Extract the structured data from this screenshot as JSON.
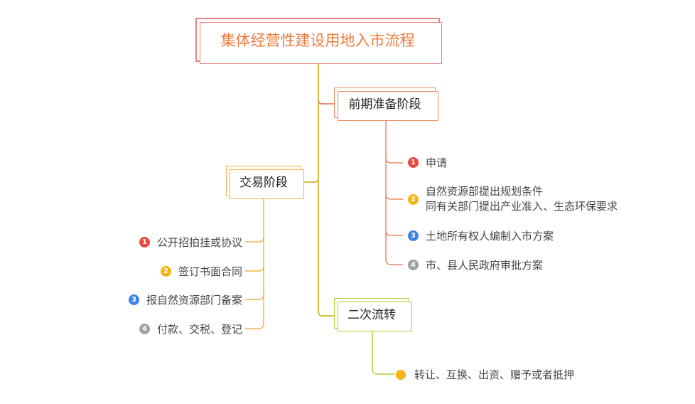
{
  "root": {
    "title": "集体经营性建设用地入市流程"
  },
  "colors": {
    "root_border": "#e8847f",
    "root_text": "#f07a3a",
    "prep": "#ef8a63",
    "trade": "#f3b34a",
    "transfer": "#b7cc3c",
    "trunk": "#c8c23b"
  },
  "prep": {
    "title": "前期准备阶段",
    "items": [
      {
        "num": "1",
        "color": "#e84a3e",
        "text": "申请"
      },
      {
        "num": "2",
        "color": "#f5b414",
        "line1": "自然资源部提出规划条件",
        "line2": "同有关部门提出产业准入、生态环保要求"
      },
      {
        "num": "3",
        "color": "#3b82e8",
        "text": "土地所有权人编制入市方案"
      },
      {
        "num": "4",
        "color": "#a0a0a0",
        "text": "市、县人民政府审批方案"
      }
    ]
  },
  "trade": {
    "title": "交易阶段",
    "items": [
      {
        "num": "1",
        "color": "#e84a3e",
        "text": "公开招拍挂或协议"
      },
      {
        "num": "2",
        "color": "#f5b414",
        "text": "签订书面合同"
      },
      {
        "num": "3",
        "color": "#3b82e8",
        "text": "报自然资源部门备案"
      },
      {
        "num": "4",
        "color": "#a0a0a0",
        "text": "付款、交税、登记"
      }
    ]
  },
  "transfer": {
    "title": "二次流转",
    "item": "转让、互换、出资、赠予或者抵押"
  }
}
